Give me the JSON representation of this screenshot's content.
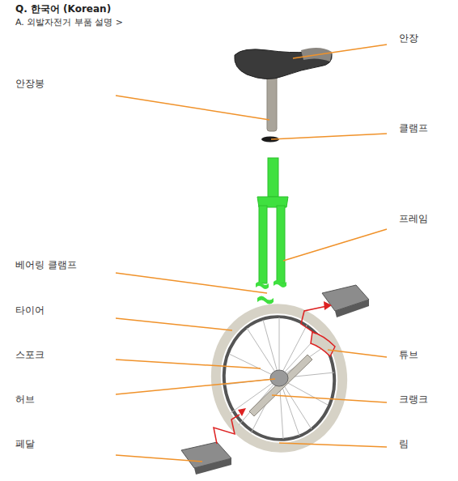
{
  "diagram": {
    "title": "Q. 한국어 (Korean)",
    "labels": [
      "A. 외발자전거 부품 설명 >",
      "안장",
      "안장봉",
      "클램프",
      "프레임",
      "베어링 클램프",
      "타이어",
      "튜브",
      "스포크",
      "허브",
      "크랭크",
      "페달",
      "림"
    ]
  }
}
